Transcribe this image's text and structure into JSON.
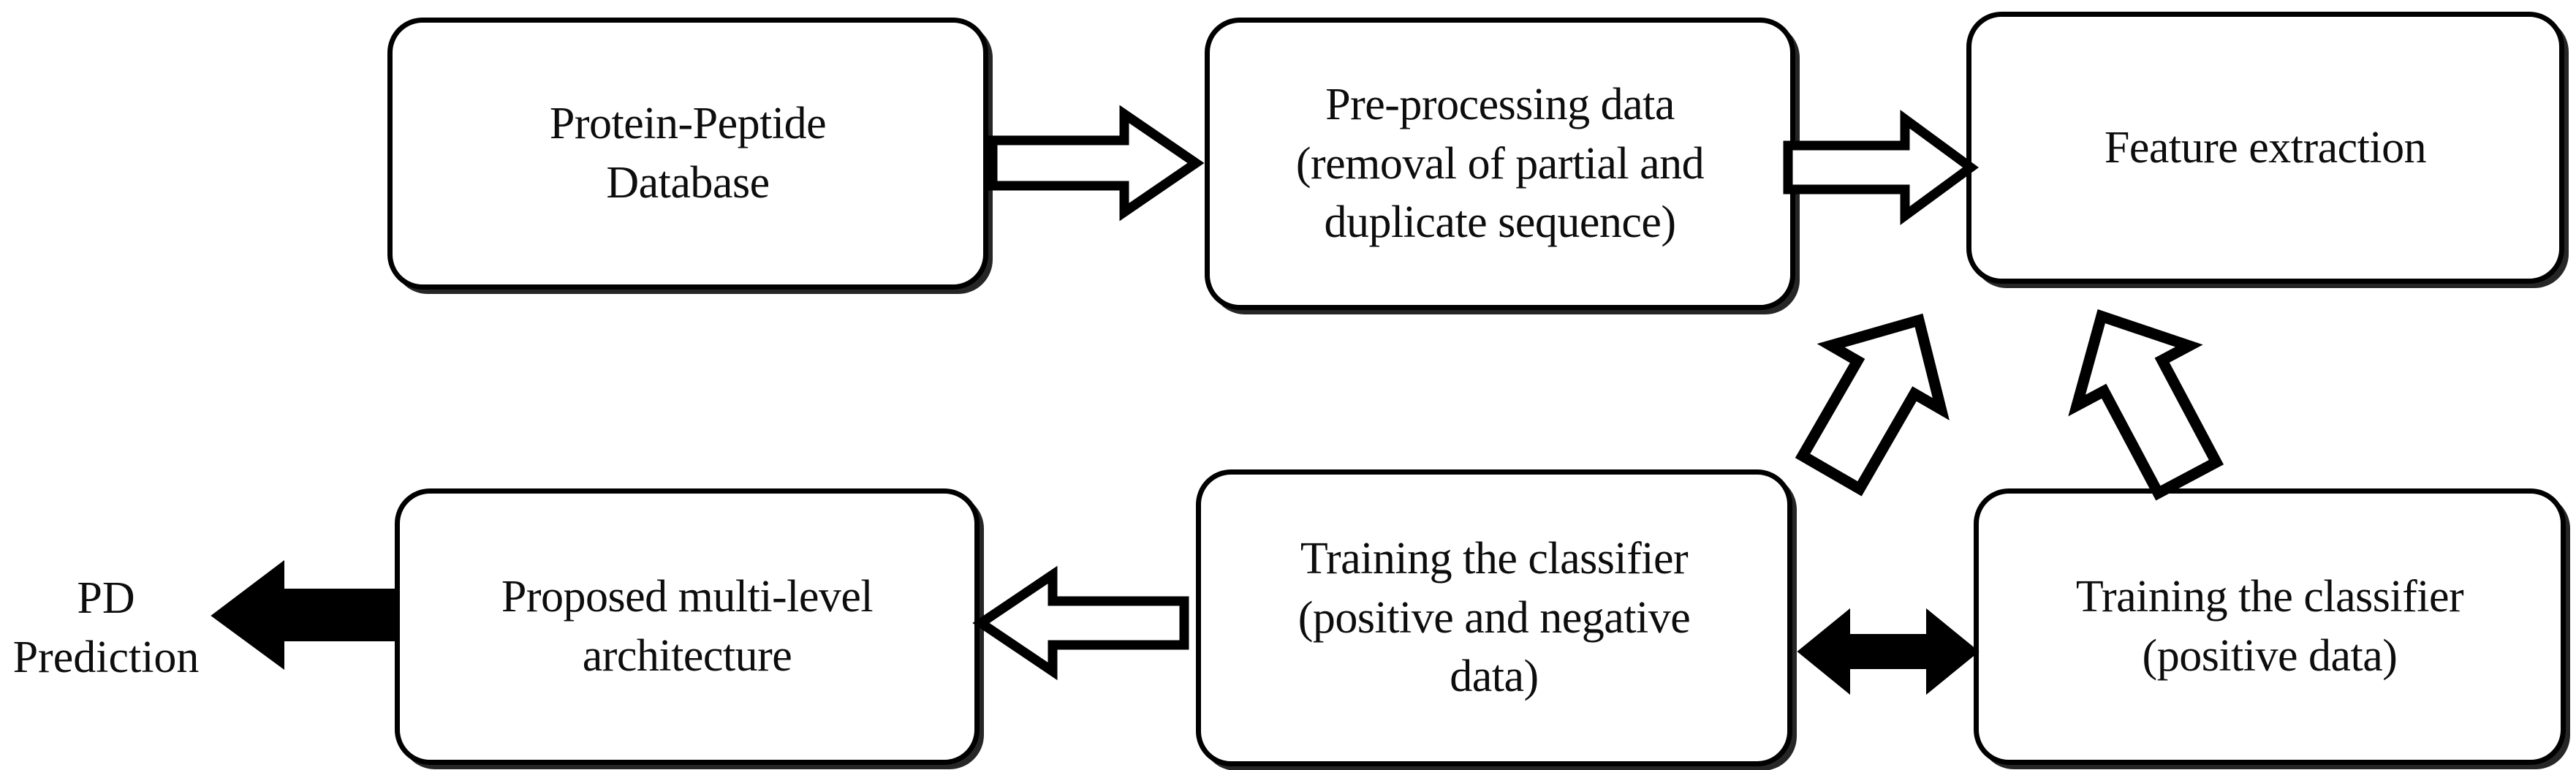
{
  "diagram": {
    "title": "Protein-Peptide Parkinson's Disease prediction pipeline flowchart",
    "background_color": "#ffffff",
    "stroke_color": "#000000",
    "text_color": "#0d0d0d",
    "nodes": [
      {
        "id": "database",
        "label": "Protein-Peptide\nDatabase"
      },
      {
        "id": "preprocessing",
        "label": "Pre-processing data\n(removal of partial and\nduplicate sequence)"
      },
      {
        "id": "feature",
        "label": "Feature extraction"
      },
      {
        "id": "architecture",
        "label": "Proposed multi-level\narchitecture"
      },
      {
        "id": "train_posneg",
        "label": "Training the classifier\n(positive and negative\ndata)"
      },
      {
        "id": "train_pos",
        "label": "Training the classifier\n(positive data)"
      }
    ],
    "node_labels": {
      "database_line1": "Protein-Peptide",
      "database_line2": "Database",
      "preprocessing_line1": "Pre-processing data",
      "preprocessing_line2": "(removal of partial and",
      "preprocessing_line3": "duplicate sequence)",
      "feature_line1": "Feature extraction",
      "architecture_line1": "Proposed multi-level",
      "architecture_line2": "architecture",
      "train_posneg_line1": "Training the classifier",
      "train_posneg_line2": "(positive and negative",
      "train_posneg_line3": "data)",
      "train_pos_line1": "Training the classifier",
      "train_pos_line2": "(positive data)"
    },
    "output": {
      "line1": "PD",
      "line2": "Prediction"
    },
    "arrows": [
      {
        "id": "db-to-pre",
        "icon": "block-arrow-right-outline",
        "style": "hollow",
        "from": "database",
        "to": "preprocessing"
      },
      {
        "id": "pre-to-feat",
        "icon": "block-arrow-right-outline",
        "style": "hollow",
        "from": "preprocessing",
        "to": "feature"
      },
      {
        "id": "diag-left",
        "icon": "block-arrow-down-left-outline",
        "style": "hollow",
        "from": "preprocessing",
        "to": "train_posneg"
      },
      {
        "id": "diag-right",
        "icon": "block-arrow-down-right-outline",
        "style": "hollow",
        "from": "feature",
        "to": "train_pos"
      },
      {
        "id": "bidir",
        "icon": "block-arrow-double-solid",
        "style": "solid",
        "from": "train_posneg",
        "to": "train_pos"
      },
      {
        "id": "train-to-arch",
        "icon": "block-arrow-left-outline",
        "style": "hollow",
        "from": "train_posneg",
        "to": "architecture"
      },
      {
        "id": "arch-to-pd",
        "icon": "block-arrow-left-solid",
        "style": "solid",
        "from": "architecture",
        "to": "output"
      }
    ]
  }
}
